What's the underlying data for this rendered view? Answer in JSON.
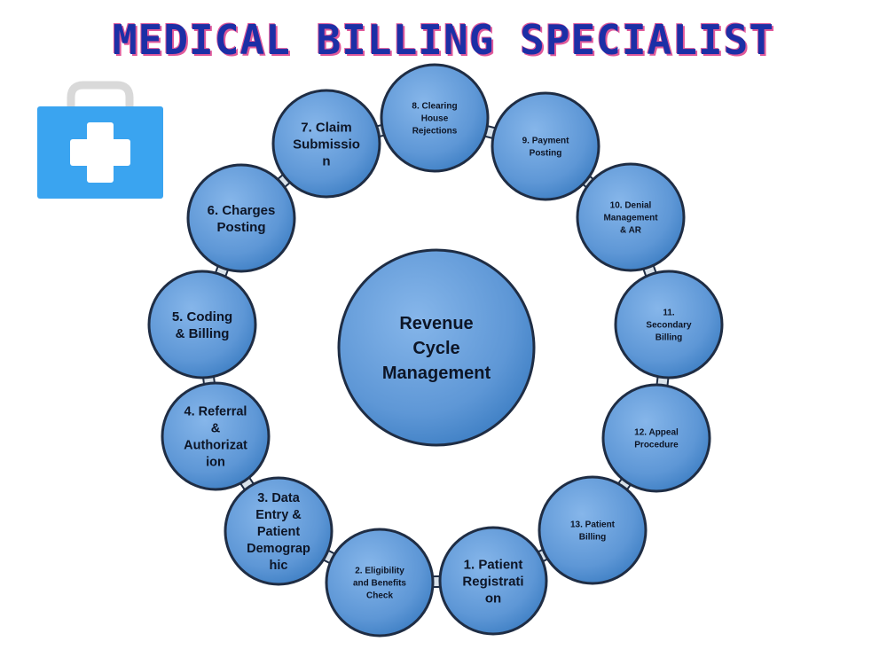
{
  "title": "MEDICAL BILLING SPECIALIST",
  "colors": {
    "title_text": "#1c2fa6",
    "title_shadow": "#e05a9b",
    "node_fill_light": "#7fb0e6",
    "node_fill_dark": "#3e7fc4",
    "node_stroke": "#1f2d44",
    "connector": "#d9e2ea",
    "medkit_blue": "#3aa4f0",
    "medkit_handle": "#d9d9d9"
  },
  "center_node": {
    "lines": [
      "Revenue",
      "Cycle",
      "Management"
    ]
  },
  "nodes": [
    {
      "id": "1",
      "lines": [
        "1. Patient",
        "Registrati",
        "on"
      ]
    },
    {
      "id": "2",
      "lines": [
        "2. Eligibility",
        "and Benefits",
        "Check"
      ]
    },
    {
      "id": "3",
      "lines": [
        "3. Data",
        "Entry &",
        "Patient",
        "Demograp",
        "hic"
      ]
    },
    {
      "id": "4",
      "lines": [
        "4. Referral",
        "&",
        "Authorizat",
        "ion"
      ]
    },
    {
      "id": "5",
      "lines": [
        "5. Coding",
        "& Billing"
      ]
    },
    {
      "id": "6",
      "lines": [
        "6. Charges",
        "Posting"
      ]
    },
    {
      "id": "7",
      "lines": [
        "7. Claim",
        "Submissio",
        "n"
      ]
    },
    {
      "id": "8",
      "lines": [
        "8. Clearing",
        "House",
        "Rejections"
      ]
    },
    {
      "id": "9",
      "lines": [
        "9. Payment",
        "Posting"
      ]
    },
    {
      "id": "10",
      "lines": [
        "10. Denial",
        "Management",
        "& AR"
      ]
    },
    {
      "id": "11",
      "lines": [
        "11.",
        "Secondary",
        "Billing"
      ]
    },
    {
      "id": "12",
      "lines": [
        "12. Appeal",
        "Procedure"
      ]
    },
    {
      "id": "13",
      "lines": [
        "13. Patient",
        "Billing"
      ]
    }
  ]
}
